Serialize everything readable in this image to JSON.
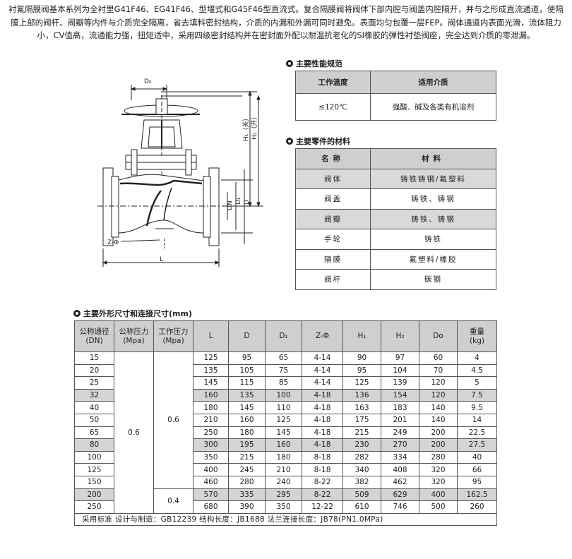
{
  "intro": "衬氟隔膜阀基本系列为全衬里G41F46、EG41F46、型堰式和G45F46型直流式。复合隔膜阀将阀体下部内腔与阀盖内腔隔开，并与之形成直流通道，使隔膜上部的阀杆、阀瓣等内件与介质完全隔离，省去填料密封结构，介质的内漏和外漏可同时避免。表面均匀包覆一层FEP。阀体通道内表面光滑，流体阻力小，CV值高，流通能力强，扭矩适中，采用四级密封结构并在密封面外配以耐温抗老化的SI橡胶的弹性衬垫阀座，完全达到介质的零泄漏。",
  "drawing_labels": {
    "do": "D₀",
    "h1": "H₁（关）",
    "h2": "H₂（开）",
    "dn": "DN",
    "d1": "D₁",
    "d": "D",
    "zphi": "Z-Φ",
    "l": "L"
  },
  "performance": {
    "title": "主要性能规范",
    "headers": [
      "工作温度",
      "适用介质"
    ],
    "row": [
      "≤120℃",
      "强酸、碱及各类有机溶剂"
    ]
  },
  "parts": {
    "title": "主要零件的材料",
    "headers": [
      "名称",
      "材料"
    ],
    "rows": [
      [
        "阀体",
        "铸铁铸钢/氟塑料"
      ],
      [
        "阀盖",
        "铸铁、铸钢"
      ],
      [
        "阀瓣",
        "铸铁、铸钢"
      ],
      [
        "手轮",
        "铸铁"
      ],
      [
        "隔膜",
        "氟塑料/橡胶"
      ],
      [
        "阀杆",
        "碳钢"
      ]
    ]
  },
  "dimensions": {
    "title": "主要外形尺寸和连接尺寸(mm)",
    "headers": [
      "公称通径\n(DN)",
      "公称压力\n(Mpa)",
      "工作压力\n(Mpa)",
      "L",
      "D",
      "D₁",
      "Z-Φ",
      "H₁",
      "H₂",
      "Do",
      "重量\n(kg)"
    ],
    "nominal_pressure": "0.6",
    "work_pressure_a": "0.6",
    "work_pressure_b": "0.4",
    "rows": [
      [
        "15",
        "125",
        "95",
        "65",
        "4-14",
        "90",
        "97",
        "60",
        "4"
      ],
      [
        "20",
        "135",
        "105",
        "75",
        "4-14",
        "95",
        "104",
        "70",
        "4.5"
      ],
      [
        "25",
        "145",
        "115",
        "85",
        "4-14",
        "125",
        "139",
        "120",
        "5"
      ],
      [
        "32",
        "160",
        "135",
        "100",
        "4-18",
        "136",
        "154",
        "120",
        "7.5"
      ],
      [
        "40",
        "180",
        "145",
        "110",
        "4-18",
        "163",
        "183",
        "140",
        "9.5"
      ],
      [
        "50",
        "210",
        "160",
        "125",
        "4-18",
        "175",
        "201",
        "140",
        "14"
      ],
      [
        "65",
        "250",
        "180",
        "145",
        "4-18",
        "215",
        "249",
        "200",
        "22.5"
      ],
      [
        "80",
        "300",
        "195",
        "160",
        "4-18",
        "230",
        "270",
        "200",
        "27.5"
      ],
      [
        "100",
        "350",
        "215",
        "180",
        "8-18",
        "282",
        "334",
        "280",
        "40"
      ],
      [
        "125",
        "400",
        "245",
        "210",
        "8-18",
        "340",
        "408",
        "320",
        "66"
      ],
      [
        "150",
        "460",
        "280",
        "240",
        "8-22",
        "382",
        "462",
        "320",
        "95"
      ],
      [
        "200",
        "570",
        "335",
        "295",
        "8-22",
        "509",
        "629",
        "400",
        "162.5"
      ],
      [
        "250",
        "680",
        "390",
        "350",
        "12-22",
        "610",
        "746",
        "500",
        "260"
      ]
    ],
    "footer": "采用标准  设计与制造：GB12239  结构长度：JB1688  法兰连接长度：JB78(PN1.0MPa)"
  }
}
